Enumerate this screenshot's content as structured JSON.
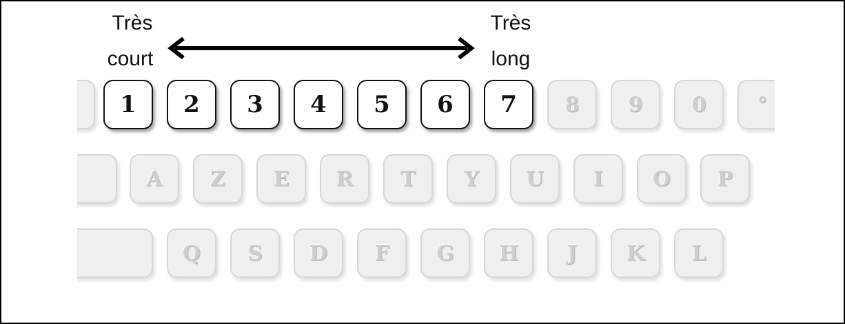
{
  "labels": {
    "short_line1": "Très",
    "short_line2": "court",
    "long_line1": "Très",
    "long_line2": "long"
  },
  "rows": [
    {
      "name": "number-row",
      "keys": [
        {
          "label": "",
          "state": "faded"
        },
        {
          "label": "1",
          "state": "active"
        },
        {
          "label": "2",
          "state": "active"
        },
        {
          "label": "3",
          "state": "active"
        },
        {
          "label": "4",
          "state": "active"
        },
        {
          "label": "5",
          "state": "active"
        },
        {
          "label": "6",
          "state": "active"
        },
        {
          "label": "7",
          "state": "active"
        },
        {
          "label": "8",
          "state": "faded"
        },
        {
          "label": "9",
          "state": "faded"
        },
        {
          "label": "0",
          "state": "faded"
        },
        {
          "label": "°",
          "state": "faded"
        }
      ]
    },
    {
      "name": "top-letter-row",
      "keys": [
        {
          "label": "",
          "state": "faded"
        },
        {
          "label": "A",
          "state": "faded"
        },
        {
          "label": "Z",
          "state": "faded"
        },
        {
          "label": "E",
          "state": "faded"
        },
        {
          "label": "R",
          "state": "faded"
        },
        {
          "label": "T",
          "state": "faded"
        },
        {
          "label": "Y",
          "state": "faded"
        },
        {
          "label": "U",
          "state": "faded"
        },
        {
          "label": "I",
          "state": "faded"
        },
        {
          "label": "O",
          "state": "faded"
        },
        {
          "label": "P",
          "state": "faded"
        }
      ]
    },
    {
      "name": "home-letter-row",
      "keys": [
        {
          "label": "",
          "state": "faded"
        },
        {
          "label": "Q",
          "state": "faded"
        },
        {
          "label": "S",
          "state": "faded"
        },
        {
          "label": "D",
          "state": "faded"
        },
        {
          "label": "F",
          "state": "faded"
        },
        {
          "label": "G",
          "state": "faded"
        },
        {
          "label": "H",
          "state": "faded"
        },
        {
          "label": "J",
          "state": "faded"
        },
        {
          "label": "K",
          "state": "faded"
        },
        {
          "label": "L",
          "state": "faded"
        }
      ]
    }
  ],
  "colors": {
    "active_key_border": "#111111",
    "faded_key_fill": "#efefef",
    "arrow": "#000000"
  }
}
